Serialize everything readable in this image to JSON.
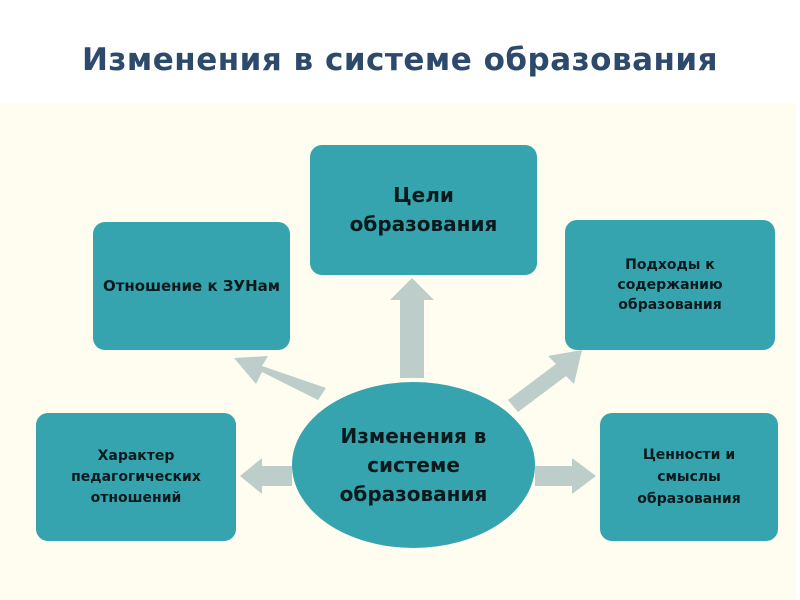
{
  "title": "Изменения в системе образования",
  "colors": {
    "box": "#36a4ae",
    "arrow": "#bccdca",
    "background": "#fefdf0",
    "title": "#2d4a6d"
  },
  "center": {
    "label": "Изменения в системе образования"
  },
  "nodes": {
    "top": "Цели образования",
    "upper_left": "Отношение к ЗУНам",
    "upper_right": "Подходы к содержанию образования",
    "lower_left": "Характер педагогических отношений",
    "lower_right": "Ценности и смыслы образования"
  }
}
